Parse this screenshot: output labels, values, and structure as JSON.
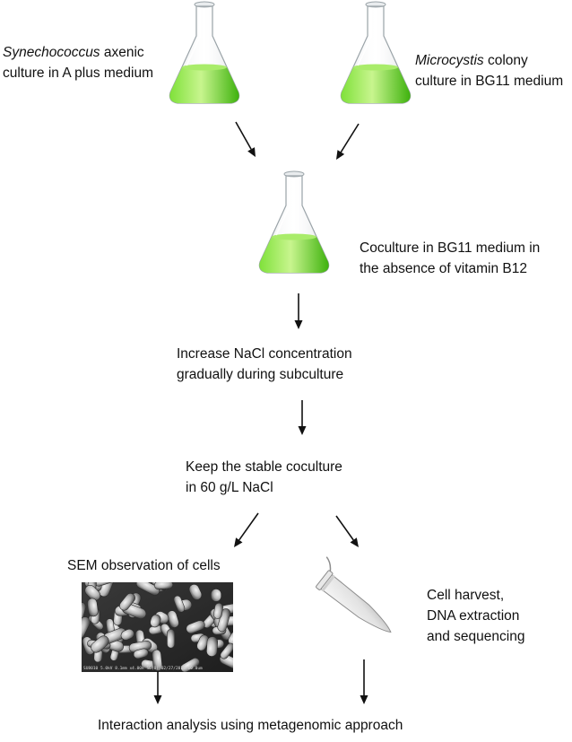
{
  "steps": {
    "synechococcus": {
      "italic": "Synechococcus",
      "rest": " axenic",
      "line2": "culture in A plus medium"
    },
    "microcystis": {
      "italic": "Microcystis",
      "rest": " colony",
      "line2": "culture in BG11 medium"
    },
    "coculture": {
      "line1": "Coculture in BG11 medium in",
      "line2": "the absence of vitamin B12"
    },
    "increase": {
      "line1": "Increase NaCl concentration",
      "line2": "gradually during subculture"
    },
    "keep": {
      "line1": "Keep the stable coculture",
      "line2": "in 60 g/L NaCl"
    },
    "sem": {
      "line1": "SEM observation of cells"
    },
    "harvest": {
      "line1": "Cell harvest,",
      "line2": "DNA extraction",
      "line3": "and sequencing"
    },
    "analysis": {
      "line1": "Interaction analysis using metagenomic approach"
    }
  },
  "sem_image": {
    "caption": "SU8010 5.0kV 8.1mm x4.00k SE(U) 02/27/2015    10.0um"
  },
  "colors": {
    "liquid": "#5cd11c",
    "liquid_light": "#b8f07a",
    "arrow": "#111111"
  },
  "icons": {
    "flask": "erlenmeyer-flask-icon",
    "tube": "microcentrifuge-tube-icon"
  }
}
